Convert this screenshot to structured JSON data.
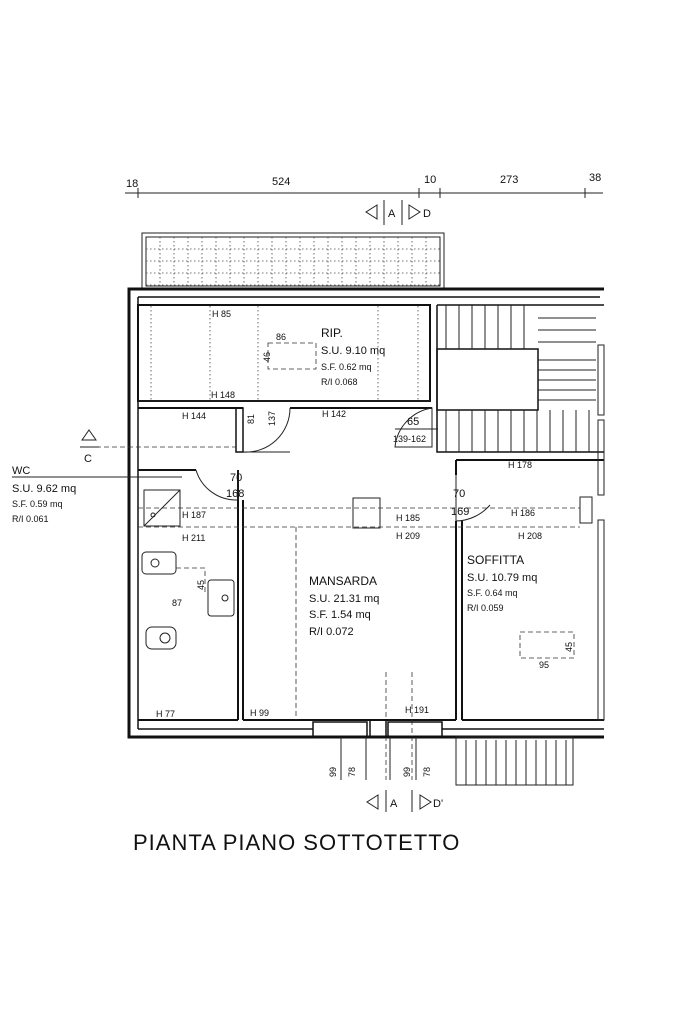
{
  "title": "PIANTA PIANO SOTTOTETTO",
  "top_dimensions": [
    "18",
    "524",
    "10",
    "273",
    "38"
  ],
  "section_markers": {
    "top_a": "A",
    "top_d": "D",
    "bottom_a": "A",
    "bottom_d": "D'",
    "left_c": "C"
  },
  "rooms": {
    "rip": {
      "name": "RIP.",
      "su": "S.U. 9.10 mq",
      "sf": "S.F. 0.62 mq",
      "ri": "R/I 0.068"
    },
    "wc": {
      "name": "WC",
      "su": "S.U. 9.62 mq",
      "sf": "S.F. 0.59 mq",
      "ri": "R/I 0.061"
    },
    "mansarda": {
      "name": "MANSARDA",
      "su": "S.U. 21.31 mq",
      "sf": "S.F. 1.54 mq",
      "ri": "R/I 0.072"
    },
    "soffitta": {
      "name": "SOFFITTA",
      "su": "S.U. 10.79 mq",
      "sf": "S.F. 0.64 mq",
      "ri": "R/I 0.059"
    }
  },
  "heights": {
    "h85": "H 85",
    "h148": "H 148",
    "h144": "H 144",
    "h142": "H 142",
    "h178": "H 178",
    "h187": "H 187",
    "h211": "H 211",
    "h185": "H 185",
    "h209": "H 209",
    "h186": "H 186",
    "h208": "H 208",
    "h77": "H 77",
    "h99": "H 99",
    "h191": "H 191"
  },
  "openings": {
    "d86": "86",
    "d46": "46",
    "d81": "81",
    "d137": "137",
    "d65": "65",
    "d139": "139-162",
    "d70a": "70",
    "d168": "168",
    "d70b": "70",
    "d169": "169",
    "d45a": "45",
    "d87": "87",
    "d95": "95",
    "d45b": "45",
    "w99a": "99",
    "w78a": "78",
    "w99b": "99",
    "w78b": "78"
  }
}
